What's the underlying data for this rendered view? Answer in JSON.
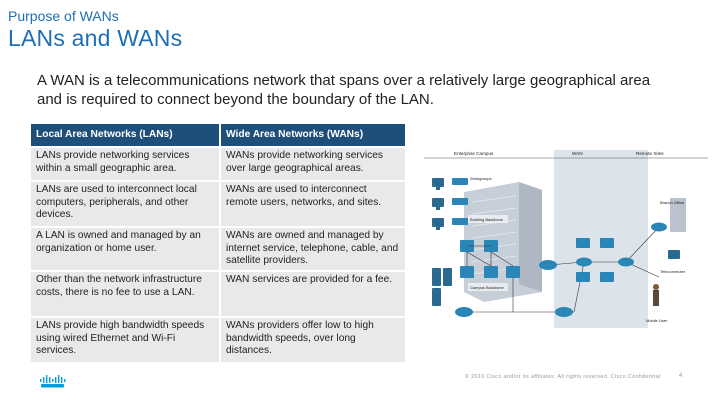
{
  "header": {
    "kicker": "Purpose of WANs",
    "title": "LANs and WANs"
  },
  "intro": "A WAN is a telecommunications network that spans over a relatively large geographical area and is required to connect beyond the boundary of the LAN.",
  "table": {
    "headers": [
      "Local Area Networks (LANs)",
      "Wide Area Networks (WANs)"
    ],
    "rows": [
      [
        "LANs provide networking services within a small geographic area.",
        "WANs provide networking services over large geographical areas."
      ],
      [
        "LANs are used to interconnect local computers, peripherals, and other devices.",
        "WANs are used to interconnect remote users, networks, and sites."
      ],
      [
        "A LAN is owned and managed by an organization or home user.",
        "WANs are owned and managed by internet service, telephone, cable, and satellite providers."
      ],
      [
        "Other than the network infrastructure costs, there is no fee to use a LAN.",
        "WAN services are provided for a fee."
      ],
      [
        "LANs provide high bandwidth speeds using wired Ethernet and Wi-Fi services.",
        "WANs providers offer low to high bandwidth speeds, over long distances."
      ]
    ]
  },
  "diagram": {
    "enterprise_campus": "Enterprise Campus",
    "wan": "WAN",
    "remote_sites": "Remote Sites",
    "workgroups": "Workgroups",
    "building_backbone": "Building Backbone",
    "campus_backbone": "Campus Backbone",
    "branch_office": "Branch Office",
    "telecommuter": "Telecommuter",
    "mobile_user": "Mobile User"
  },
  "footer": {
    "copyright": "© 2016 Cisco and/or its affiliates. All rights reserved. Cisco Confidential",
    "page": "4"
  },
  "colors": {
    "title_blue": "#1d6fb5",
    "table_header": "#1e4f7a",
    "table_cell": "#e9e9e9",
    "cisco_blue": "#049fd9"
  }
}
